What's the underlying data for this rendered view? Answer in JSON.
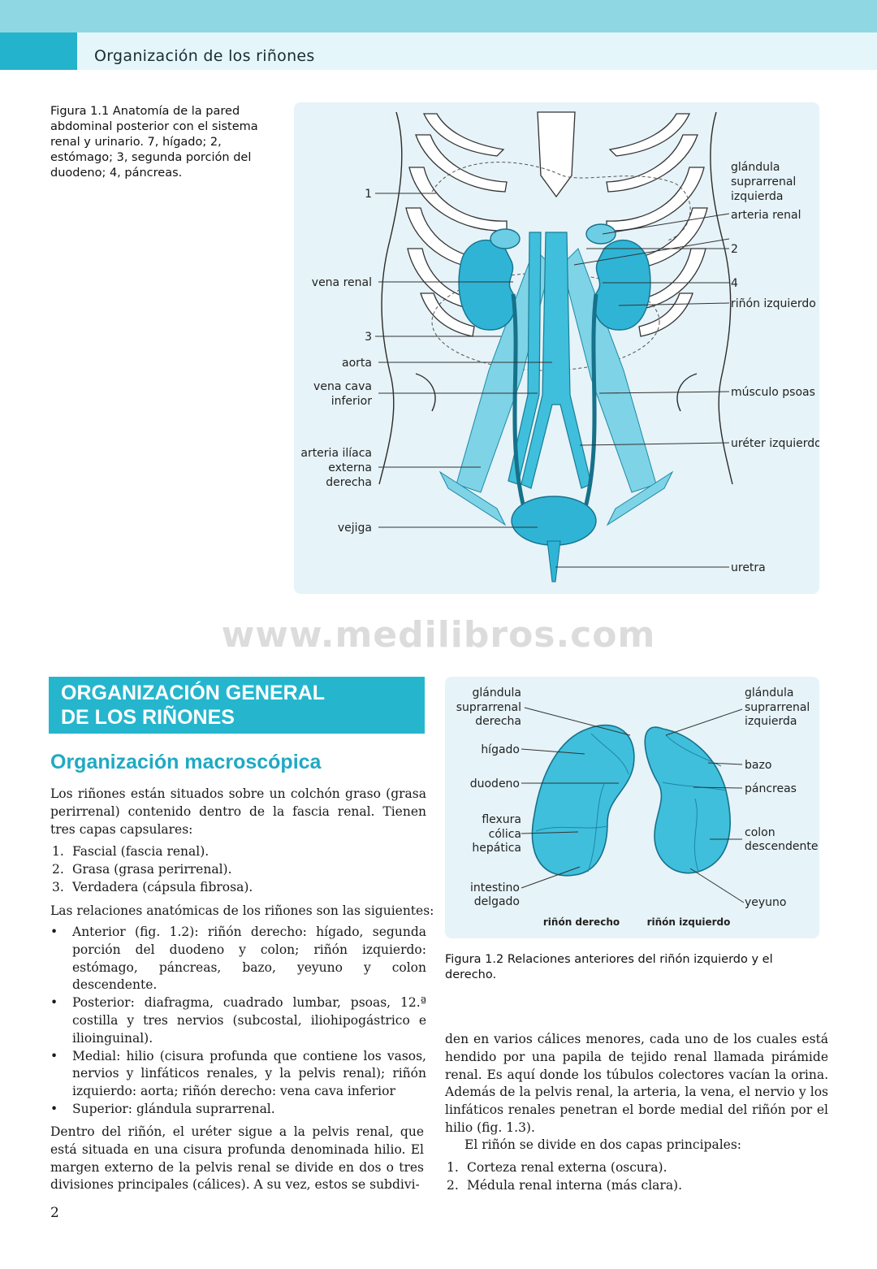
{
  "header": {
    "title": "Organización de los riñones"
  },
  "figure1": {
    "caption": "Figura 1.1 Anatomía de la pared abdominal posterior con el sistema renal y urinario. 7, hígado; 2, estómago; 3, segunda porción del duodeno; 4, páncreas.",
    "labels_left": [
      "1",
      "vena renal",
      "3",
      "aorta",
      "vena cava",
      "inferior",
      "arteria ilíaca",
      "externa",
      "derecha",
      "vejiga"
    ],
    "labels_right": [
      "glándula",
      "suprarrenal",
      "izquierda",
      "arteria renal",
      "2",
      "4",
      "riñón izquierdo",
      "músculo psoas",
      "uréter izquierdo",
      "uretra"
    ]
  },
  "watermark": "www.medilibros.com",
  "figure2": {
    "caption": "Figura 1.2 Relaciones anteriores del riñón izquierdo y el derecho.",
    "labels_left": [
      "glándula",
      "suprarrenal",
      "derecha",
      "hígado",
      "duodeno",
      "flexura",
      "cólica",
      "hepática",
      "intestino",
      "delgado"
    ],
    "labels_right": [
      "glándula",
      "suprarrenal",
      "izquierda",
      "bazo",
      "páncreas",
      "colon",
      "descendente",
      "yeyuno"
    ],
    "kidney_right": "riñón derecho",
    "kidney_left": "riñón izquierdo"
  },
  "section": {
    "heading_line1": "ORGANIZACIÓN GENERAL",
    "heading_line2": "DE LOS RIÑONES"
  },
  "subheading": "Organización macroscópica",
  "intro": "Los riñones están situados sobre un colchón graso (grasa perirrenal) contenido dentro de la fascia renal. Tienen tres capas capsulares:",
  "capsular_layers": [
    {
      "num": "1.",
      "text": "Fascial (fascia renal)."
    },
    {
      "num": "2.",
      "text": "Grasa (grasa perirrenal)."
    },
    {
      "num": "3.",
      "text": "Verdadera (cápsula fibrosa)."
    }
  ],
  "relations_title": "Las relaciones anatómicas de los riñones son las siguientes:",
  "relations": [
    "Anterior (fig. 1.2): riñón derecho: hígado, segunda porción del duodeno y colon; riñón izquierdo: estómago, páncreas, bazo, yeyuno y colon descendente.",
    "Posterior: diafragma, cuadrado lumbar, psoas, 12.ª costilla y tres nervios (subcostal, iliohipogástrico e ilioinguinal).",
    "Medial: hilio (cisura profunda que contiene los vasos, nervios y linfáticos renales, y la pelvis renal); riñón izquierdo: aorta; riñón derecho: vena cava inferior",
    "Superior: glándula suprarrenal."
  ],
  "bullet": "•",
  "para_left": "Dentro del riñón, el uréter sigue a la pelvis renal, que está situada en una cisura profunda denominada hilio. El margen externo de la pelvis renal se divide en dos o tres divisiones principales (cálices). A su vez, estos se subdivi-",
  "para_right": "den en varios cálices menores, cada uno de los cuales está hendido por una papila de tejido renal llamada pirámide renal. Es aquí donde los túbulos colectores vacían la orina. Además de la pelvis renal, la arteria, la vena, el nervio y los linfáticos renales penetran el borde medial del riñón por el hilio (fig. 1.3).",
  "divide_line": "El riñón se divide en dos capas principales:",
  "kidney_layers": [
    {
      "num": "1.",
      "text": "Corteza renal externa (oscura)."
    },
    {
      "num": "2.",
      "text": "Médula renal interna (más clara)."
    }
  ],
  "page_number": "2",
  "colors": {
    "accent": "#25b6cd",
    "top_band": "#8fd8e3",
    "organ": "#3fbfdc",
    "figure_bg": "#e6f3f8"
  }
}
